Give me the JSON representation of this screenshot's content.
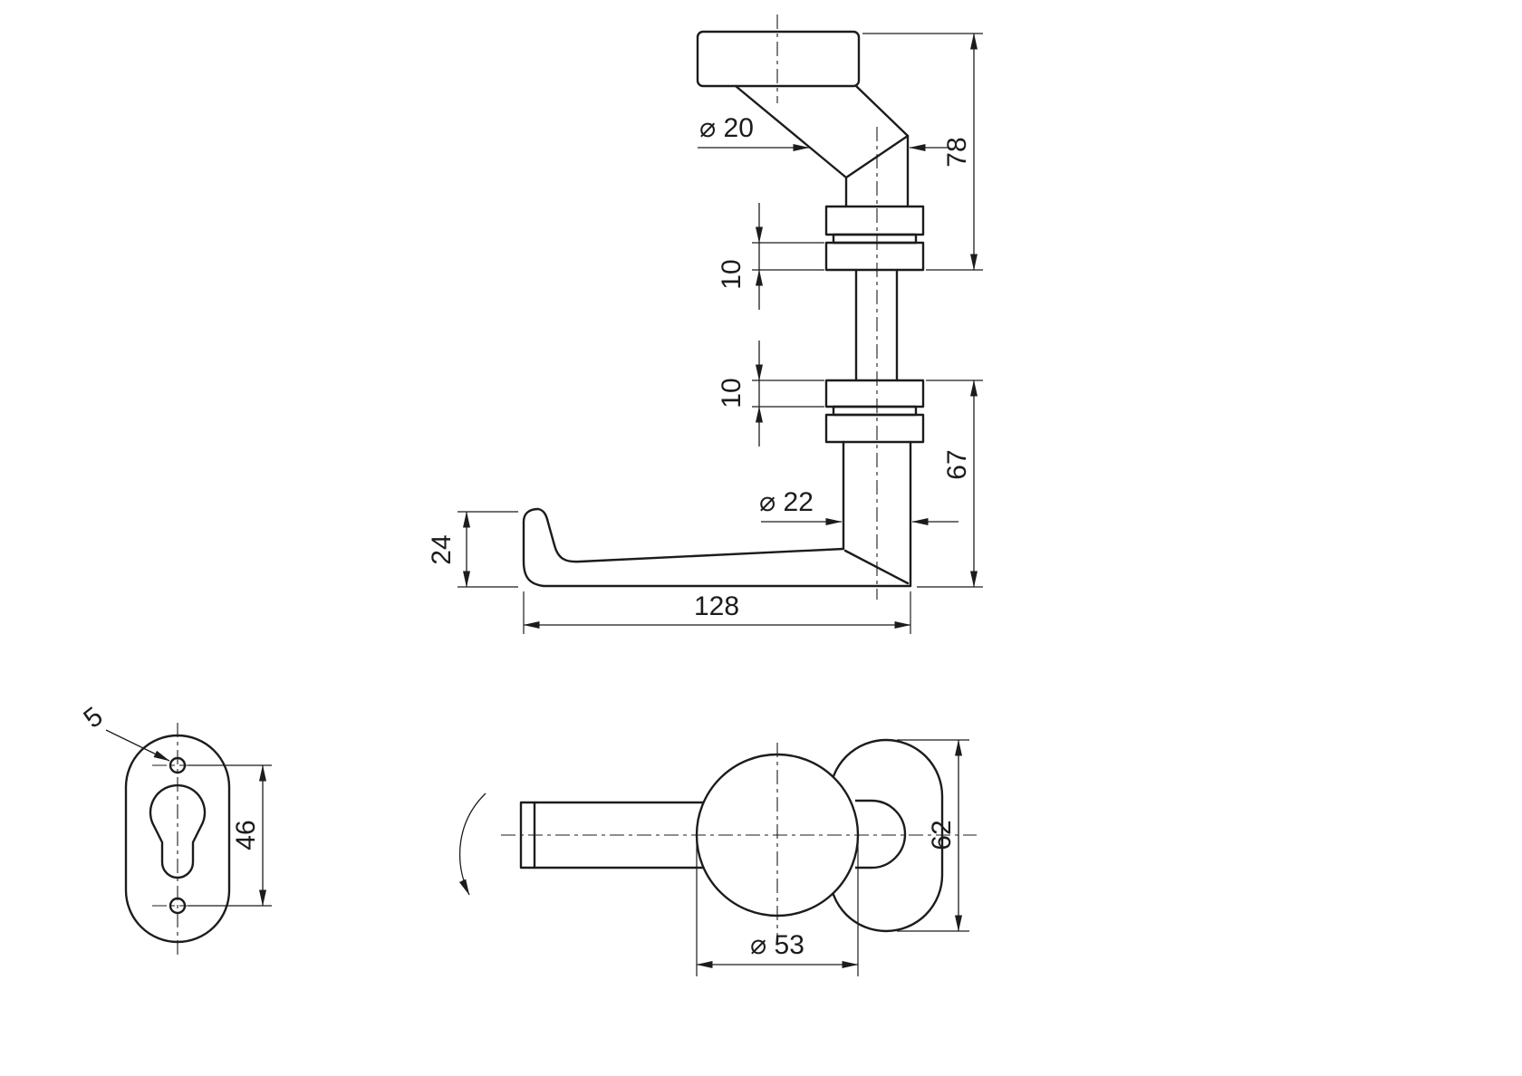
{
  "meta": {
    "background": "#ffffff",
    "ink": "#1c1c1c",
    "drawing_type": "technical-dimension-drawing"
  },
  "views": {
    "side": {
      "dims": {
        "neck_diameter": "⌀ 20",
        "top_to_collar": "78",
        "collar_upper": "10",
        "collar_lower": "10",
        "collar_to_base": "67",
        "shaft_diameter": "⌀ 22",
        "tip_height": "24",
        "lever_length": "128"
      }
    },
    "escutcheon": {
      "dims": {
        "screw_hole_diameter": "5",
        "hole_spacing": "46"
      }
    },
    "front": {
      "dims": {
        "plate_height": "62",
        "rose_diameter": "⌀ 53"
      }
    }
  }
}
